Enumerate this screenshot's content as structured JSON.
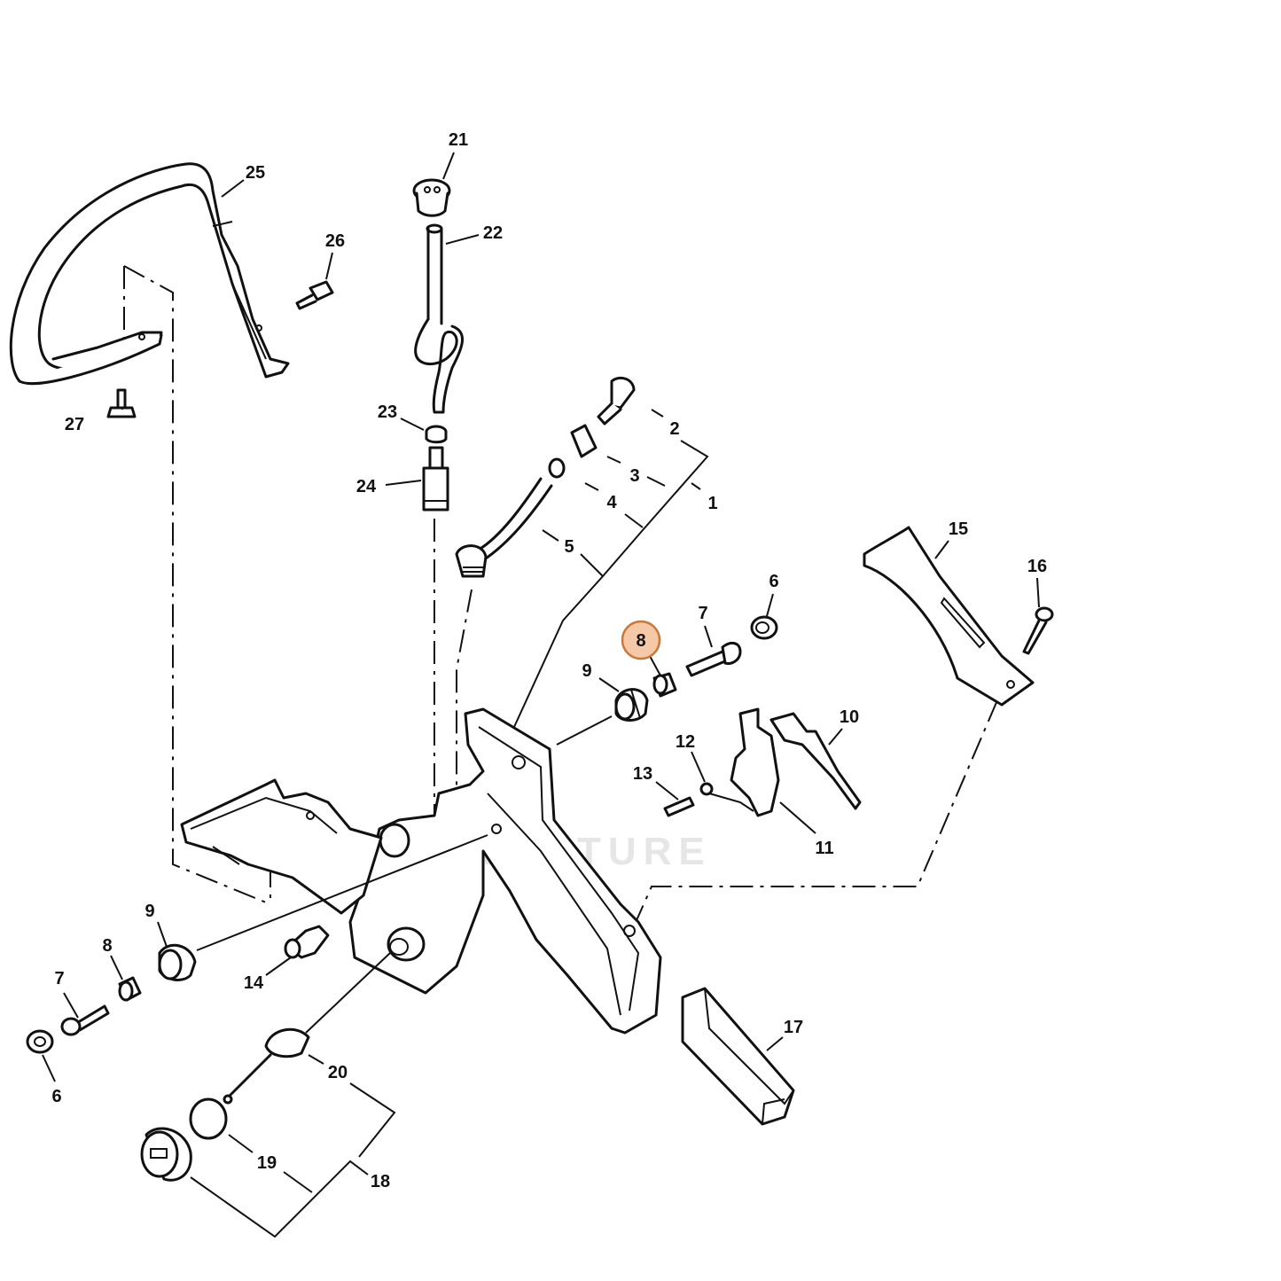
{
  "diagram": {
    "highlight_color": "#f5c9a8",
    "highlight_stroke": "#c9783a",
    "watermark": "LAWNVENTURE",
    "callouts": [
      {
        "id": "c21",
        "label": "21"
      },
      {
        "id": "c22",
        "label": "22"
      },
      {
        "id": "c23",
        "label": "23"
      },
      {
        "id": "c24",
        "label": "24"
      },
      {
        "id": "c25",
        "label": "25"
      },
      {
        "id": "c26",
        "label": "26"
      },
      {
        "id": "c27",
        "label": "27"
      },
      {
        "id": "c2",
        "label": "2"
      },
      {
        "id": "c3",
        "label": "3"
      },
      {
        "id": "c4",
        "label": "4"
      },
      {
        "id": "c1",
        "label": "1"
      },
      {
        "id": "c5",
        "label": "5"
      },
      {
        "id": "c15",
        "label": "15"
      },
      {
        "id": "c16",
        "label": "16"
      },
      {
        "id": "c6a",
        "label": "6"
      },
      {
        "id": "c7a",
        "label": "7"
      },
      {
        "id": "c8a",
        "label": "8",
        "highlighted": true
      },
      {
        "id": "c9a",
        "label": "9"
      },
      {
        "id": "c10",
        "label": "10"
      },
      {
        "id": "c12",
        "label": "12"
      },
      {
        "id": "c13",
        "label": "13"
      },
      {
        "id": "c11",
        "label": "11"
      },
      {
        "id": "c9b",
        "label": "9"
      },
      {
        "id": "c8b",
        "label": "8"
      },
      {
        "id": "c7b",
        "label": "7"
      },
      {
        "id": "c14",
        "label": "14"
      },
      {
        "id": "c6b",
        "label": "6"
      },
      {
        "id": "c20",
        "label": "20"
      },
      {
        "id": "c17",
        "label": "17"
      },
      {
        "id": "c19",
        "label": "19"
      },
      {
        "id": "c18",
        "label": "18"
      }
    ]
  }
}
